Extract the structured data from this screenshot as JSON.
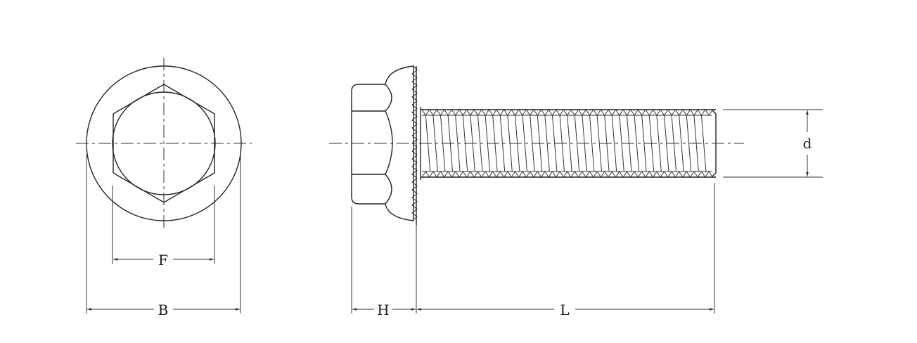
{
  "dimensions": {
    "F": "F",
    "B": "B",
    "H": "H",
    "L": "L",
    "d": "d"
  }
}
